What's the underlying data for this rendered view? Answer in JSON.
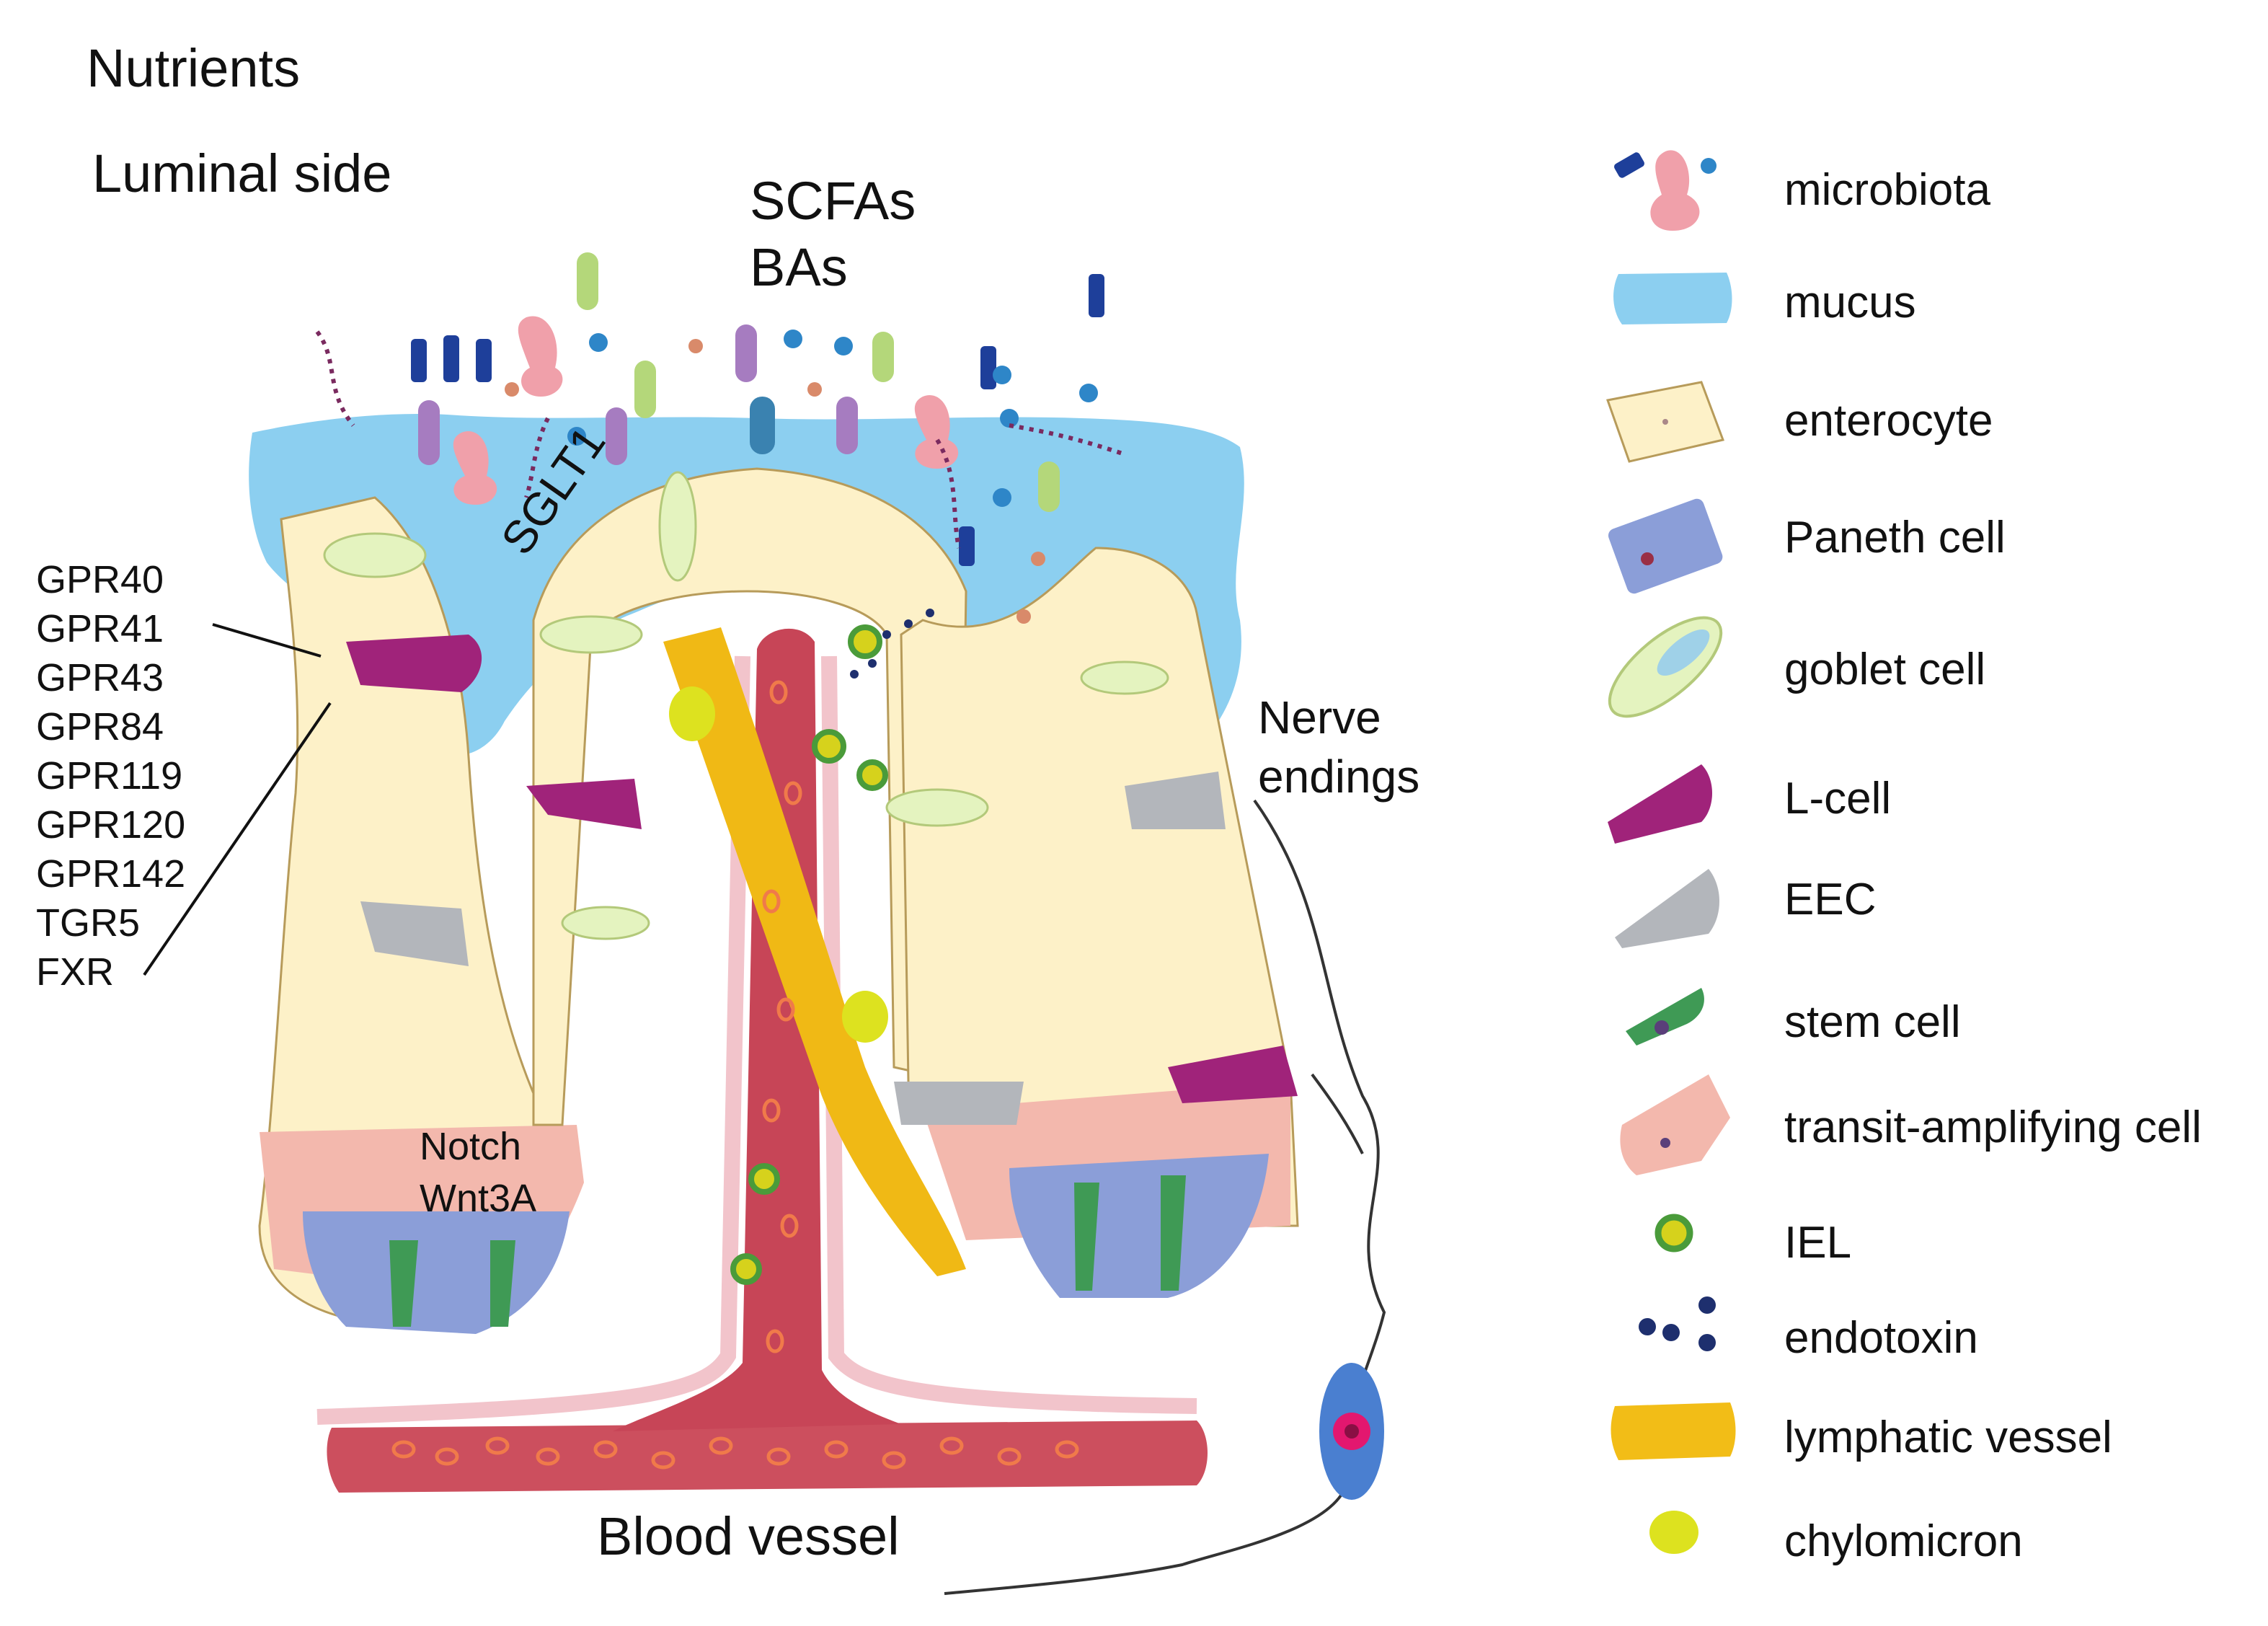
{
  "labels": {
    "nutrients": "Nutrients",
    "luminal_side": "Luminal side",
    "scfas": "SCFAs",
    "bas": "BAs",
    "sglt1": "SGLT1",
    "nerve_endings_1": "Nerve",
    "nerve_endings_2": "endings",
    "notch": "Notch",
    "wnt3a": "Wnt3A",
    "blood_vessel": "Blood vessel"
  },
  "receptors": [
    "GPR40",
    "GPR41",
    "GPR43",
    "GPR84",
    "GPR119",
    "GPR120",
    "GPR142",
    "TGR5",
    "FXR"
  ],
  "legend": [
    {
      "icon": "microbiota-icon",
      "label": "microbiota",
      "color": "#f0a0aa"
    },
    {
      "icon": "mucus-icon",
      "label": "mucus",
      "color": "#8ccff0"
    },
    {
      "icon": "enterocyte-icon",
      "label": "enterocyte",
      "color": "#fdf1c8"
    },
    {
      "icon": "paneth-cell-icon",
      "label": "Paneth cell",
      "color": "#8b9ed8"
    },
    {
      "icon": "goblet-cell-icon",
      "label": "goblet cell",
      "color": "#e4f3bf"
    },
    {
      "icon": "l-cell-icon",
      "label": "L-cell",
      "color": "#a0237a"
    },
    {
      "icon": "eec-icon",
      "label": "EEC",
      "color": "#b3b6bb"
    },
    {
      "icon": "stem-cell-icon",
      "label": "stem cell",
      "color": "#3f9a55"
    },
    {
      "icon": "transit-amplifying-cell-icon",
      "label": "transit-amplifying cell",
      "color": "#f3b8ad"
    },
    {
      "icon": "iel-icon",
      "label": "IEL",
      "color": "#d6d21c"
    },
    {
      "icon": "endotoxin-icon",
      "label": "endotoxin",
      "color": "#1e2f6e"
    },
    {
      "icon": "lymphatic-vessel-icon",
      "label": "lymphatic vessel",
      "color": "#f2bd17"
    },
    {
      "icon": "chylomicron-icon",
      "label": "chylomicron",
      "color": "#dde21f"
    }
  ]
}
